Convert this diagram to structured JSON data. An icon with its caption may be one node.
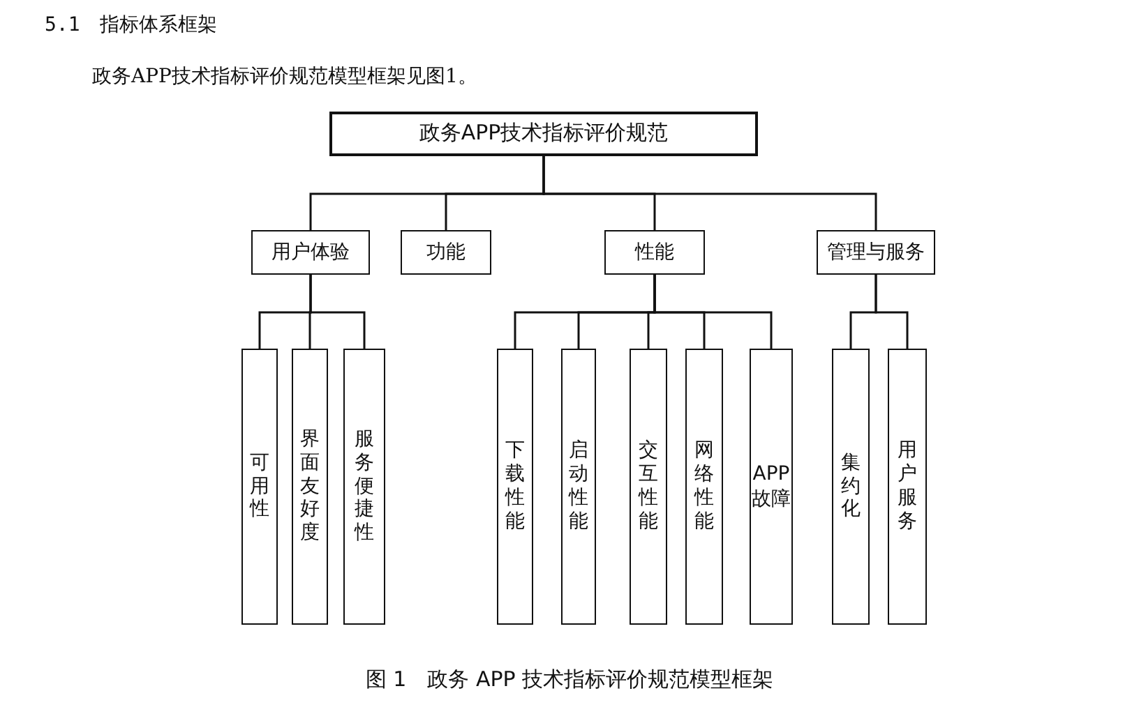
{
  "diagram": {
    "caption": "图 1　政务 APP 技术指标评价规范模型框架",
    "nodes": [
      {
        "text": [
          "政务APP技术指标评价规范"
        ]
      },
      {
        "text": [
          "用户体验"
        ]
      },
      {
        "text": [
          "功能"
        ]
      },
      {
        "text": [
          "性能"
        ]
      },
      {
        "text": [
          "管理与服务"
        ]
      },
      {
        "text": [
          "可用性"
        ]
      },
      {
        "text": [
          "界面友好度"
        ]
      },
      {
        "text": [
          "服务便捷性"
        ]
      },
      {
        "text": [
          "下载性能"
        ]
      },
      {
        "text": [
          "启动性能"
        ]
      },
      {
        "text": [
          "交互性能"
        ]
      },
      {
        "text": [
          "网络性能"
        ]
      },
      {
        "text": [
          "APP故障"
        ]
      },
      {
        "text": [
          "集约化"
        ]
      },
      {
        "text": [
          "用户服务"
        ]
      }
    ],
    "edges": [
      {
        "from": 0,
        "to": 1,
        "arrow": "none"
      },
      {
        "from": 0,
        "to": 2,
        "arrow": "none"
      },
      {
        "from": 0,
        "to": 3,
        "arrow": "none"
      },
      {
        "from": 0,
        "to": 4,
        "arrow": "none"
      },
      {
        "from": 1,
        "to": 5,
        "arrow": "none"
      },
      {
        "from": 1,
        "to": 6,
        "arrow": "none"
      },
      {
        "from": 1,
        "to": 7,
        "arrow": "none"
      },
      {
        "from": 3,
        "to": 8,
        "arrow": "none"
      },
      {
        "from": 3,
        "to": 9,
        "arrow": "none"
      },
      {
        "from": 3,
        "to": 10,
        "arrow": "none"
      },
      {
        "from": 3,
        "to": 11,
        "arrow": "none"
      },
      {
        "from": 3,
        "to": 12,
        "arrow": "none"
      },
      {
        "from": 4,
        "to": 13,
        "arrow": "none"
      },
      {
        "from": 4,
        "to": 14,
        "arrow": "none"
      }
    ],
    "labels": [
      "5.1　指标体系框架",
      "政务APP技术指标评价规范模型框架见图1。"
    ]
  }
}
